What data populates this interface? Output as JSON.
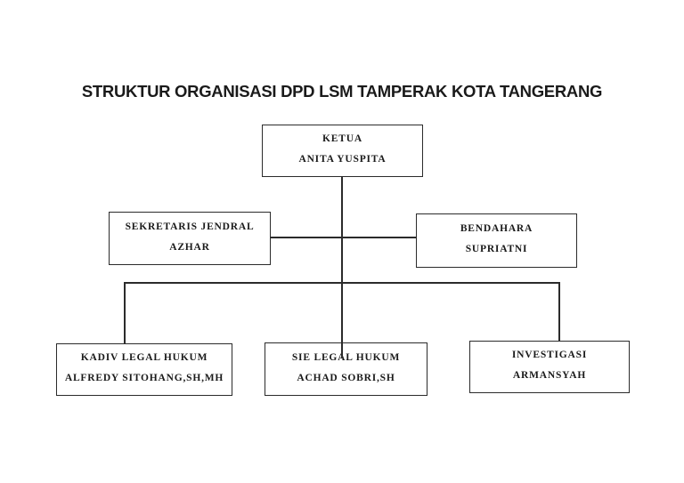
{
  "page": {
    "title": "STRUKTUR ORGANISASI DPD LSM TAMPERAK KOTA TANGERANG"
  },
  "org_chart": {
    "type": "organization-tree",
    "nodes": {
      "ketua": {
        "role": "KETUA",
        "name": "ANITA YUSPITA"
      },
      "sekretaris_jendral": {
        "role": "SEKRETARIS JENDRAL",
        "name": "AZHAR"
      },
      "bendahara": {
        "role": "BENDAHARA",
        "name": "SUPRIATNI"
      },
      "kadiv_legal_hukum": {
        "role": "KADIV LEGAL HUKUM",
        "name": "ALFREDY SITOHANG,SH,MH"
      },
      "sie_legal_hukum": {
        "role": "SIE LEGAL HUKUM",
        "name": "ACHAD SOBRI,SH"
      },
      "investigasi": {
        "role": "INVESTIGASI",
        "name": "ARMANSYAH"
      }
    },
    "edges": [
      {
        "from": "ketua",
        "to": "sekretaris_jendral"
      },
      {
        "from": "ketua",
        "to": "bendahara"
      },
      {
        "from": "ketua",
        "to": "kadiv_legal_hukum"
      },
      {
        "from": "ketua",
        "to": "sie_legal_hukum"
      },
      {
        "from": "ketua",
        "to": "investigasi"
      }
    ],
    "colors": {
      "text": "#1a1a1a",
      "line": "#2b2b2b",
      "background": "#ffffff"
    }
  }
}
